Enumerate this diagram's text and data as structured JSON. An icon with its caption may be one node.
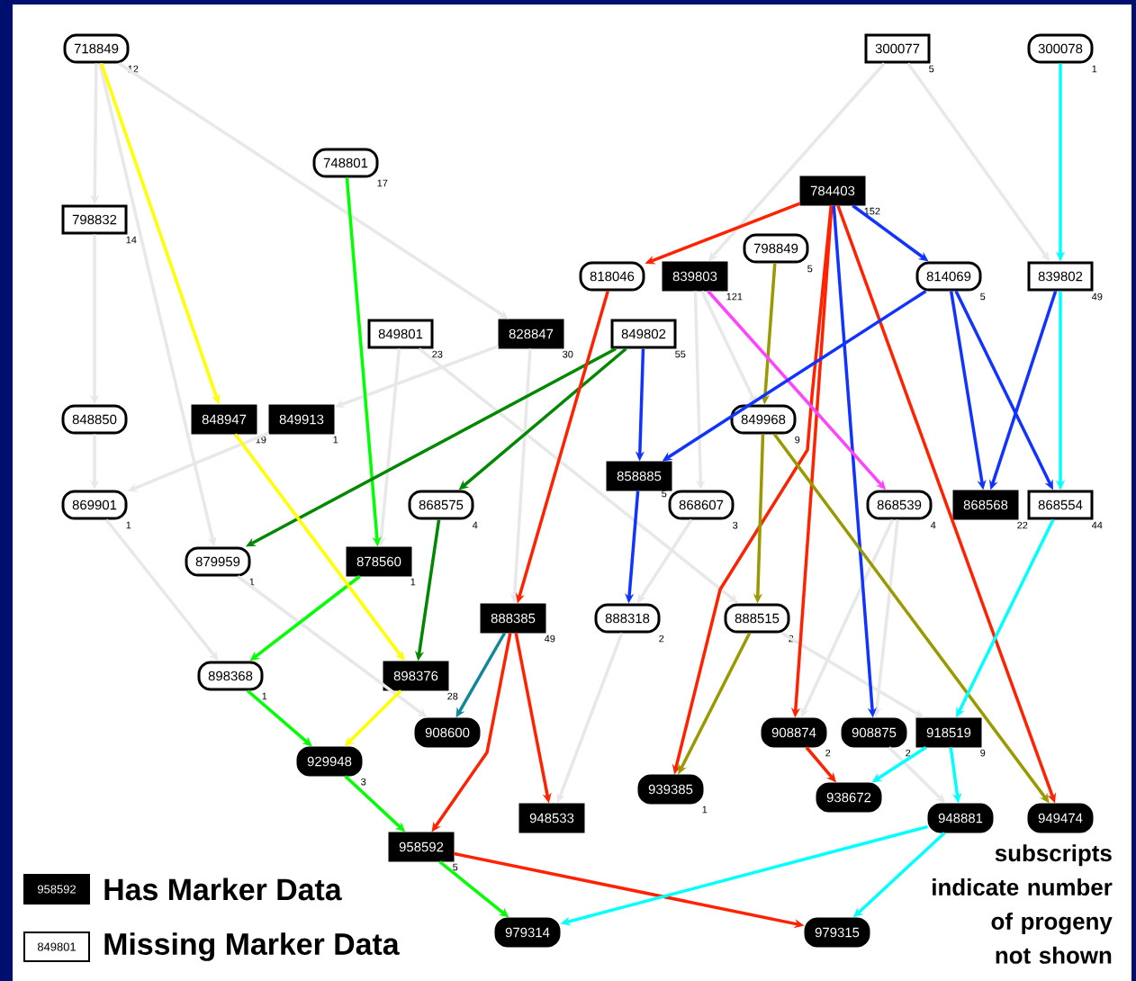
{
  "diagram": {
    "nodes": [
      {
        "text": [
          "718849"
        ],
        "beside": [
          "12"
        ]
      },
      {
        "text": [
          "300077"
        ],
        "beside": [
          "5"
        ]
      },
      {
        "text": [
          "300078"
        ],
        "beside": [
          "1"
        ]
      },
      {
        "text": [
          "748801"
        ],
        "beside": [
          "17"
        ]
      },
      {
        "text": [
          "784403"
        ],
        "beside": [
          "152"
        ]
      },
      {
        "text": [
          "798832"
        ],
        "beside": [
          "14"
        ]
      },
      {
        "text": [
          "798849"
        ],
        "beside": [
          "5"
        ]
      },
      {
        "text": [
          "818046"
        ]
      },
      {
        "text": [
          "839803"
        ],
        "beside": [
          "121"
        ]
      },
      {
        "text": [
          "814069"
        ],
        "beside": [
          "5"
        ]
      },
      {
        "text": [
          "839802"
        ],
        "beside": [
          "49"
        ]
      },
      {
        "text": [
          "849801"
        ],
        "beside": [
          "23"
        ]
      },
      {
        "text": [
          "828847"
        ],
        "beside": [
          "30"
        ]
      },
      {
        "text": [
          "849802"
        ],
        "beside": [
          "55"
        ]
      },
      {
        "text": [
          "848850"
        ]
      },
      {
        "text": [
          "848947"
        ],
        "beside": [
          "19"
        ]
      },
      {
        "text": [
          "849913"
        ],
        "beside": [
          "1"
        ]
      },
      {
        "text": [
          "849968"
        ],
        "beside": [
          "9"
        ]
      },
      {
        "text": [
          "858885"
        ],
        "beside": [
          "5"
        ]
      },
      {
        "text": [
          "869901"
        ],
        "beside": [
          "1"
        ]
      },
      {
        "text": [
          "868575"
        ],
        "beside": [
          "4"
        ]
      },
      {
        "text": [
          "868607"
        ],
        "beside": [
          "3"
        ]
      },
      {
        "text": [
          "868539"
        ],
        "beside": [
          "4"
        ]
      },
      {
        "text": [
          "868568"
        ],
        "beside": [
          "22"
        ]
      },
      {
        "text": [
          "868554"
        ],
        "beside": [
          "44"
        ]
      },
      {
        "text": [
          "879959"
        ],
        "beside": [
          "1"
        ]
      },
      {
        "text": [
          "878560"
        ],
        "beside": [
          "1"
        ]
      },
      {
        "text": [
          "888385"
        ],
        "beside": [
          "49"
        ]
      },
      {
        "text": [
          "888318"
        ],
        "beside": [
          "2"
        ]
      },
      {
        "text": [
          "888515"
        ],
        "beside": [
          "2"
        ]
      },
      {
        "text": [
          "898368"
        ],
        "beside": [
          "1"
        ]
      },
      {
        "text": [
          "898376"
        ],
        "beside": [
          "28"
        ]
      },
      {
        "text": [
          "908600"
        ]
      },
      {
        "text": [
          "908874"
        ],
        "beside": [
          "2"
        ]
      },
      {
        "text": [
          "908875"
        ],
        "beside": [
          "2"
        ]
      },
      {
        "text": [
          "918519"
        ],
        "beside": [
          "9"
        ]
      },
      {
        "text": [
          "929948"
        ],
        "beside": [
          "3"
        ]
      },
      {
        "text": [
          "939385"
        ],
        "beside": [
          "1"
        ]
      },
      {
        "text": [
          "938672"
        ]
      },
      {
        "text": [
          "948533"
        ]
      },
      {
        "text": [
          "948881"
        ]
      },
      {
        "text": [
          "949474"
        ]
      },
      {
        "text": [
          "958592"
        ],
        "beside": [
          "5"
        ]
      },
      {
        "text": [
          "979314"
        ]
      },
      {
        "text": [
          "979315"
        ]
      }
    ],
    "edges": [
      {
        "from": 0,
        "to": 5,
        "arrow": "to"
      },
      {
        "from": 0,
        "to": 15,
        "arrow": "to",
        "color": "#ffff00"
      },
      {
        "from": 0,
        "to": 25,
        "arrow": "to"
      },
      {
        "from": 0,
        "to": 12,
        "arrow": "to"
      },
      {
        "from": 5,
        "to": 14,
        "arrow": "to"
      },
      {
        "from": 14,
        "to": 19,
        "arrow": "to"
      },
      {
        "from": 16,
        "to": 19,
        "arrow": "to"
      },
      {
        "from": 12,
        "to": 16,
        "arrow": "to"
      },
      {
        "from": 3,
        "to": 26,
        "arrow": "to",
        "color": "#00ff00"
      },
      {
        "from": 1,
        "to": 8,
        "arrow": "to"
      },
      {
        "from": 1,
        "to": 10,
        "arrow": "to"
      },
      {
        "from": 2,
        "to": 10,
        "arrow": "to",
        "color": "#00ffff"
      },
      {
        "from": 4,
        "to": 7,
        "arrow": "to",
        "color": "#ff2200"
      },
      {
        "from": 4,
        "to": 9,
        "arrow": "to",
        "color": "#1133ff"
      },
      {
        "from": 4,
        "to": 37,
        "arrow": "to",
        "color": "#ff2200"
      },
      {
        "from": 4,
        "to": 33,
        "arrow": "to",
        "color": "#ff2200"
      },
      {
        "from": 4,
        "to": 34,
        "arrow": "to",
        "color": "#1133ff"
      },
      {
        "from": 4,
        "to": 41,
        "arrow": "to",
        "color": "#ff2200"
      },
      {
        "from": 6,
        "to": 17,
        "arrow": "to",
        "color": "#999900"
      },
      {
        "from": 8,
        "to": 22,
        "arrow": "to",
        "color": "#ff44ff"
      },
      {
        "from": 8,
        "to": 21,
        "arrow": "to"
      },
      {
        "from": 8,
        "to": 17,
        "arrow": "to"
      },
      {
        "from": 9,
        "to": 18,
        "arrow": "to",
        "color": "#1133ff"
      },
      {
        "from": 9,
        "to": 23,
        "arrow": "to",
        "color": "#1133ff"
      },
      {
        "from": 9,
        "to": 24,
        "arrow": "to",
        "color": "#1133ff"
      },
      {
        "from": 10,
        "to": 23,
        "arrow": "to",
        "color": "#1133ff"
      },
      {
        "from": 10,
        "to": 24,
        "arrow": "to",
        "color": "#00ffff"
      },
      {
        "from": 11,
        "to": 26,
        "arrow": "to"
      },
      {
        "from": 11,
        "to": 29,
        "arrow": "to"
      },
      {
        "from": 12,
        "to": 27,
        "arrow": "to"
      },
      {
        "from": 13,
        "to": 25,
        "arrow": "to",
        "color": "#008800"
      },
      {
        "from": 13,
        "to": 20,
        "arrow": "to",
        "color": "#008800"
      },
      {
        "from": 13,
        "to": 18,
        "arrow": "to",
        "color": "#1133ff"
      },
      {
        "from": 7,
        "to": 27,
        "arrow": "to",
        "color": "#ff2200"
      },
      {
        "from": 17,
        "to": 29,
        "arrow": "to",
        "color": "#999900"
      },
      {
        "from": 17,
        "to": 41,
        "arrow": "to",
        "color": "#999900"
      },
      {
        "from": 29,
        "to": 37,
        "arrow": "to",
        "color": "#999900"
      },
      {
        "from": 18,
        "to": 28,
        "arrow": "to",
        "color": "#1133ff"
      },
      {
        "from": 19,
        "to": 30,
        "arrow": "to"
      },
      {
        "from": 20,
        "to": 31,
        "arrow": "to",
        "color": "#008800"
      },
      {
        "from": 21,
        "to": 28,
        "arrow": "to"
      },
      {
        "from": 22,
        "to": 33,
        "arrow": "to"
      },
      {
        "from": 22,
        "to": 34,
        "arrow": "to"
      },
      {
        "from": 24,
        "to": 35,
        "arrow": "to",
        "color": "#00ffff"
      },
      {
        "from": 25,
        "to": 32,
        "arrow": "to"
      },
      {
        "from": 26,
        "to": 30,
        "arrow": "to",
        "color": "#00ff00"
      },
      {
        "from": 27,
        "to": 32,
        "arrow": "to",
        "color": "#118899"
      },
      {
        "from": 27,
        "to": 42,
        "arrow": "to",
        "color": "#ff2200"
      },
      {
        "from": 27,
        "to": 39,
        "arrow": "to",
        "color": "#ff2200"
      },
      {
        "from": 28,
        "to": 39,
        "arrow": "to"
      },
      {
        "from": 29,
        "to": 35,
        "arrow": "to"
      },
      {
        "from": 30,
        "to": 36,
        "arrow": "to",
        "color": "#00ff00"
      },
      {
        "from": 31,
        "to": 36,
        "arrow": "to",
        "color": "#ffff00"
      },
      {
        "from": 15,
        "to": 31,
        "arrow": "to",
        "color": "#ffff00"
      },
      {
        "from": 33,
        "to": 38,
        "arrow": "to",
        "color": "#ff2200"
      },
      {
        "from": 35,
        "to": 38,
        "arrow": "to",
        "color": "#00ffff"
      },
      {
        "from": 35,
        "to": 40,
        "arrow": "to",
        "color": "#00ffff"
      },
      {
        "from": 34,
        "to": 40,
        "arrow": "to"
      },
      {
        "from": 36,
        "to": 42,
        "arrow": "to",
        "color": "#00ff00"
      },
      {
        "from": 42,
        "to": 43,
        "arrow": "to",
        "color": "#00ff00"
      },
      {
        "from": 42,
        "to": 44,
        "arrow": "to",
        "color": "#ff2200"
      },
      {
        "from": 40,
        "to": 43,
        "arrow": "to",
        "color": "#00ffff"
      },
      {
        "from": 40,
        "to": 44,
        "arrow": "to",
        "color": "#00ffff"
      }
    ],
    "labels": [
      "958592",
      "849801",
      "subscripts indicate number of progeny not shown"
    ],
    "legend": [
      {
        "text": "Has Marker Data",
        "color": "#000000"
      },
      {
        "text": "Missing Marker Data"
      }
    ]
  }
}
